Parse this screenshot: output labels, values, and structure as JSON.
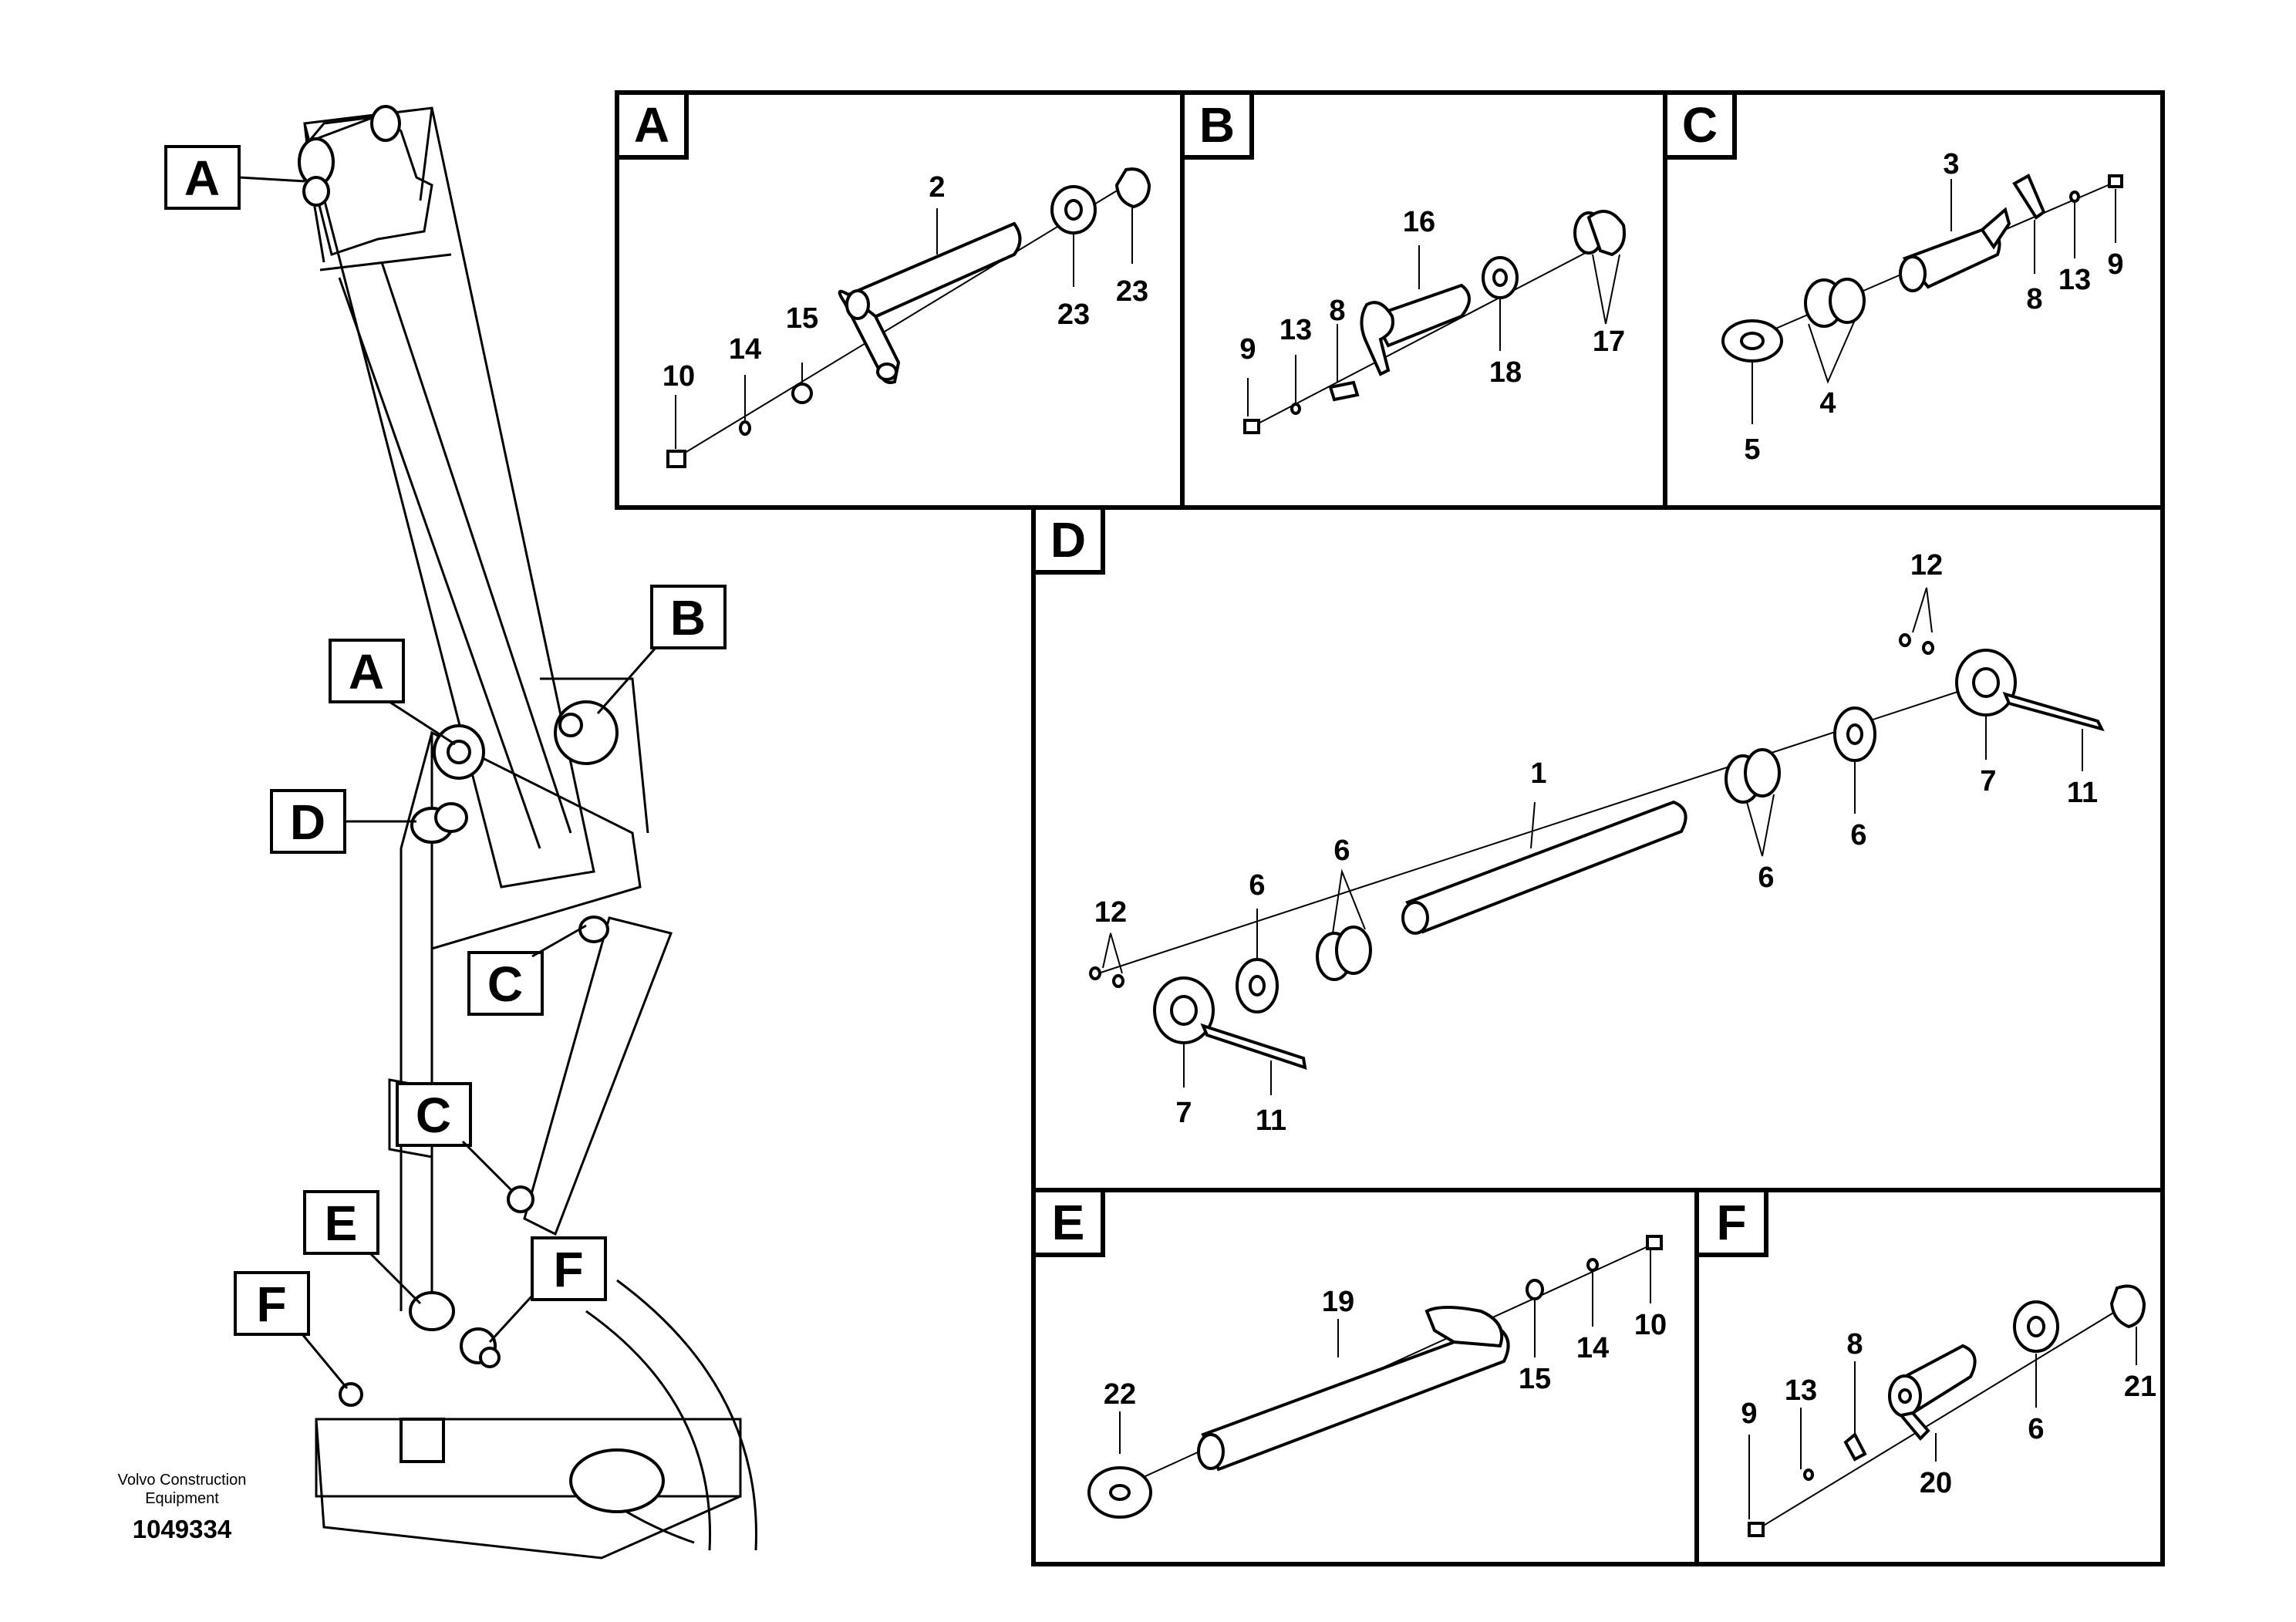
{
  "overview": {
    "callouts": [
      "A",
      "A",
      "B",
      "D",
      "C",
      "C",
      "E",
      "F",
      "F"
    ],
    "company_line1": "Volvo Construction",
    "company_line2": "Equipment",
    "drawing_number": "1049334"
  },
  "panels": {
    "A": {
      "tag": "A",
      "labels": [
        "2",
        "23",
        "23",
        "15",
        "14",
        "10"
      ]
    },
    "B": {
      "tag": "B",
      "labels": [
        "16",
        "17",
        "18",
        "8",
        "13",
        "9"
      ]
    },
    "C": {
      "tag": "C",
      "labels": [
        "3",
        "8",
        "13",
        "9",
        "4",
        "5"
      ]
    },
    "D": {
      "tag": "D",
      "labels": [
        "12",
        "7",
        "11",
        "1",
        "6",
        "6",
        "6",
        "6",
        "12",
        "7",
        "11"
      ]
    },
    "E": {
      "tag": "E",
      "labels": [
        "19",
        "22",
        "15",
        "14",
        "10"
      ]
    },
    "F": {
      "tag": "F",
      "labels": [
        "8",
        "9",
        "13",
        "20",
        "6",
        "21"
      ]
    }
  },
  "colors": {
    "ink": "#000000",
    "paper": "#ffffff"
  }
}
